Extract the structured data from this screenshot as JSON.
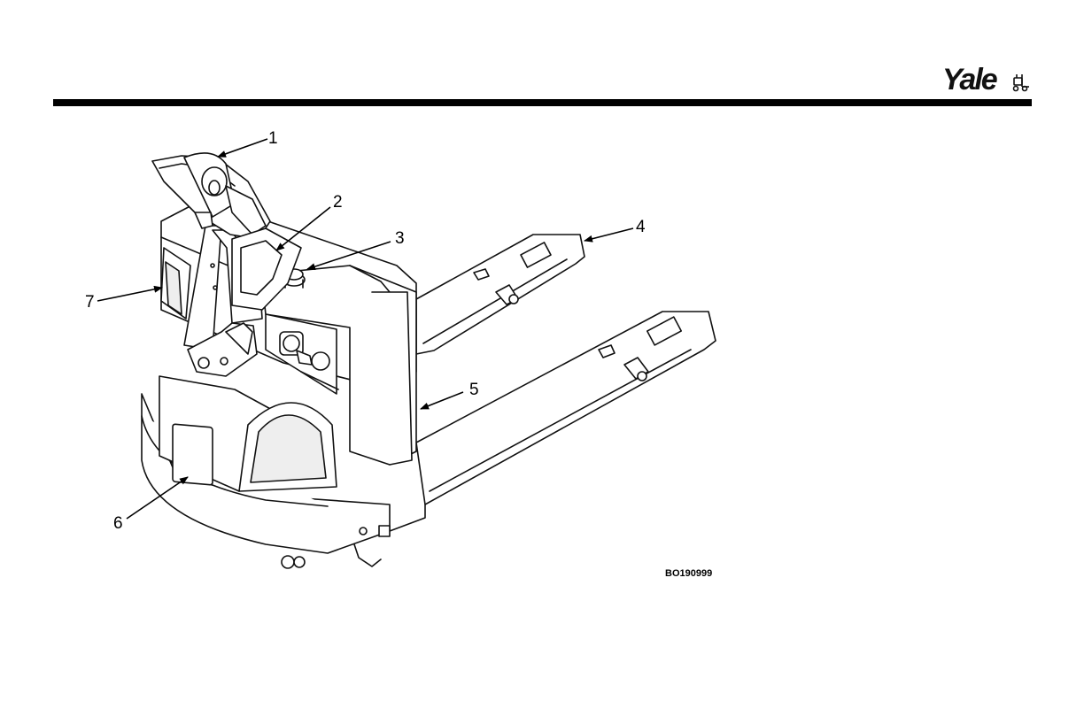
{
  "header": {
    "brand_text": "Yale"
  },
  "figure": {
    "id": "BO190999",
    "callouts": [
      {
        "label": "1"
      },
      {
        "label": "2"
      },
      {
        "label": "3"
      },
      {
        "label": "4"
      },
      {
        "label": "5"
      },
      {
        "label": "6"
      },
      {
        "label": "7"
      }
    ]
  }
}
